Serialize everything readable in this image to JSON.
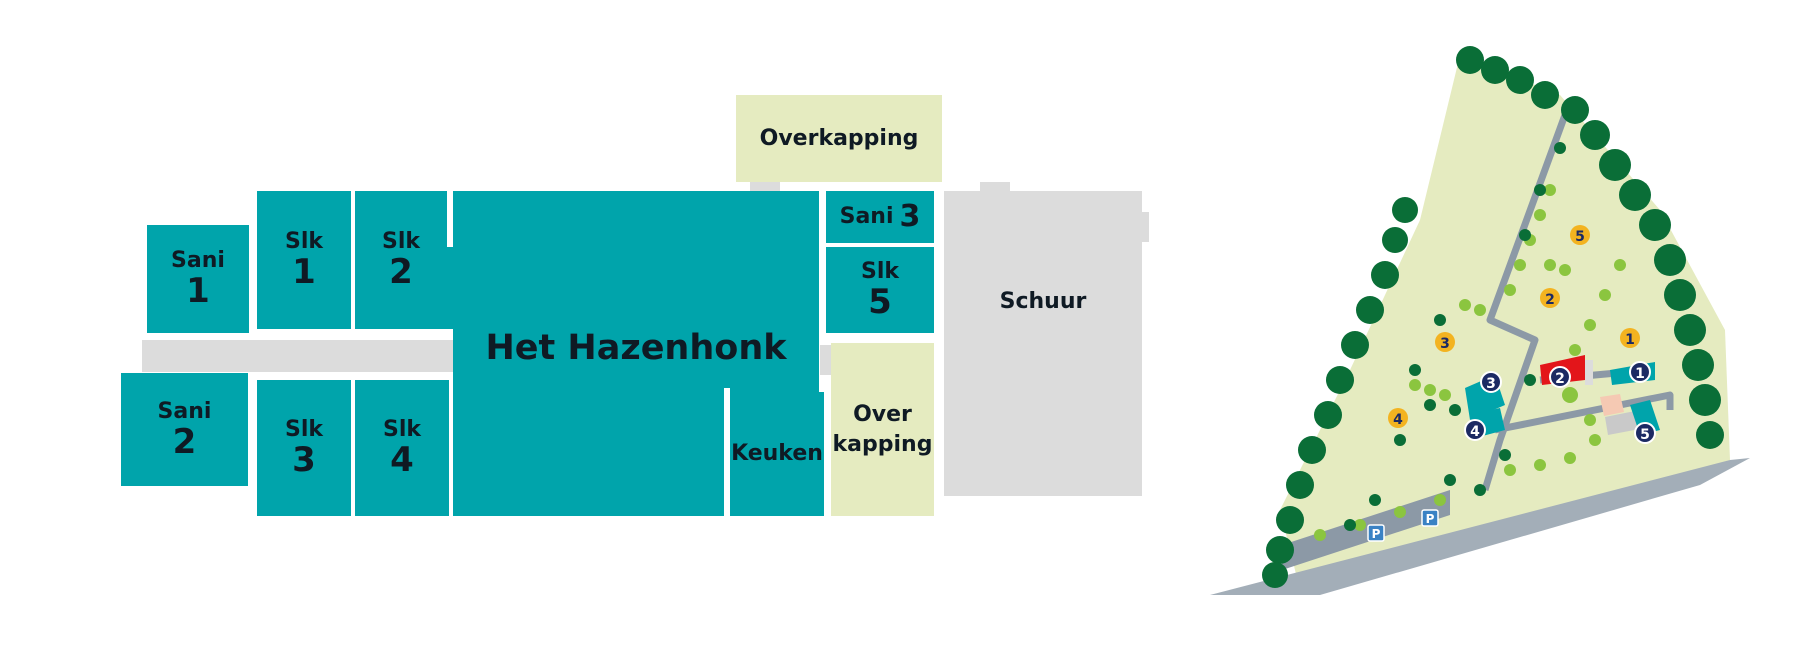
{
  "floorplan": {
    "rooms": {
      "sani1": {
        "label": "Sani",
        "number": "1"
      },
      "sani2": {
        "label": "Sani",
        "number": "2"
      },
      "sani3": {
        "label": "Sani",
        "number": "3"
      },
      "slk1": {
        "label": "Slk",
        "number": "1"
      },
      "slk2": {
        "label": "Slk",
        "number": "2"
      },
      "slk3": {
        "label": "Slk",
        "number": "3"
      },
      "slk4": {
        "label": "Slk",
        "number": "4"
      },
      "slk5": {
        "label": "Slk",
        "number": "5"
      },
      "hall": {
        "label": "Het Hazenhonk"
      },
      "keuken": {
        "label": "Keuken"
      },
      "schuur": {
        "label": "Schuur"
      },
      "overkapping_top": {
        "label": "Overkapping"
      },
      "overkapping_side": {
        "line1": "Over",
        "line2": "kapping"
      }
    },
    "colors": {
      "room": "#00a4ab",
      "cover": "#e5ebc0",
      "storage": "#dcdcdc"
    }
  },
  "site_map": {
    "yellow_markers": [
      "1",
      "2",
      "3",
      "4",
      "5"
    ],
    "navy_markers": [
      "1",
      "2",
      "3",
      "4",
      "5"
    ],
    "parking_labels": [
      "P",
      "P"
    ],
    "colors": {
      "grass": "#e5ebc0",
      "trees": "#0a6e37",
      "path": "#8c99a6",
      "marker_yellow": "#f3b320",
      "marker_navy": "#1c2a63",
      "highlight": "#e3151a"
    }
  }
}
